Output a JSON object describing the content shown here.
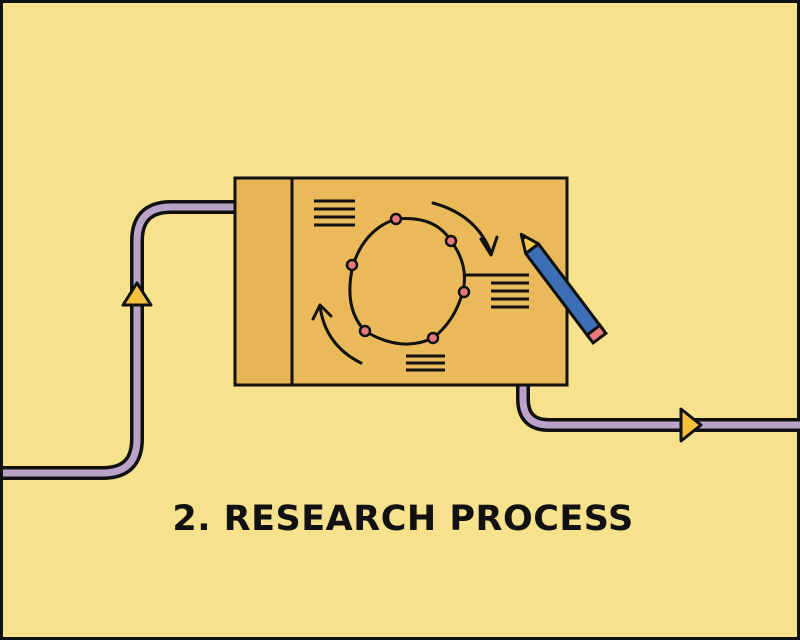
{
  "caption": "2. RESEARCH PROCESS",
  "colors": {
    "background": "#F6E18C",
    "board": "#E9B95A",
    "board_strip": "#E6B454",
    "pipe": "#B9A3C9",
    "arrow_head": "#F2C23F",
    "pencil_body": "#3C6FB6",
    "pencil_tip": "#F2C94C",
    "node": "#E4787A",
    "outline": "#111111"
  },
  "icons": [
    "flow-pipe",
    "direction-arrow-icon",
    "research-board",
    "cycle-diagram",
    "pencil-icon",
    "text-lines-icon"
  ]
}
